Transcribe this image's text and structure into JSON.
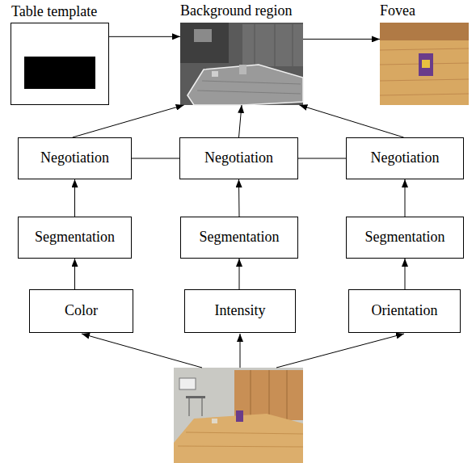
{
  "diagram": {
    "nodes": [
      {
        "text": [
          "Table template"
        ]
      },
      {
        "text": [
          "Background region"
        ]
      },
      {
        "text": [
          "Fovea"
        ]
      },
      {
        "text": [
          "Negotiation"
        ]
      },
      {
        "text": [
          "Negotiation"
        ]
      },
      {
        "text": [
          "Negotiation"
        ]
      },
      {
        "text": [
          "Segmentation"
        ]
      },
      {
        "text": [
          "Segmentation"
        ]
      },
      {
        "text": [
          "Segmentation"
        ]
      },
      {
        "text": [
          "Color"
        ]
      },
      {
        "text": [
          "Intensity"
        ]
      },
      {
        "text": [
          "Orientation"
        ]
      }
    ],
    "edges": [
      {
        "from": 0,
        "to": 1,
        "arrow": "to"
      },
      {
        "from": 1,
        "to": 2,
        "arrow": "to"
      },
      {
        "from": 3,
        "to": 1,
        "arrow": "to"
      },
      {
        "from": 4,
        "to": 1,
        "arrow": "to"
      },
      {
        "from": 5,
        "to": 1,
        "arrow": "to"
      },
      {
        "from": 3,
        "to": 4,
        "arrow": "none"
      },
      {
        "from": 4,
        "to": 5,
        "arrow": "none"
      },
      {
        "from": 6,
        "to": 3,
        "arrow": "to"
      },
      {
        "from": 7,
        "to": 4,
        "arrow": "to"
      },
      {
        "from": 8,
        "to": 5,
        "arrow": "to"
      },
      {
        "from": 9,
        "to": 6,
        "arrow": "to"
      },
      {
        "from": 10,
        "to": 7,
        "arrow": "to"
      },
      {
        "from": 11,
        "to": 8,
        "arrow": "to"
      }
    ]
  }
}
